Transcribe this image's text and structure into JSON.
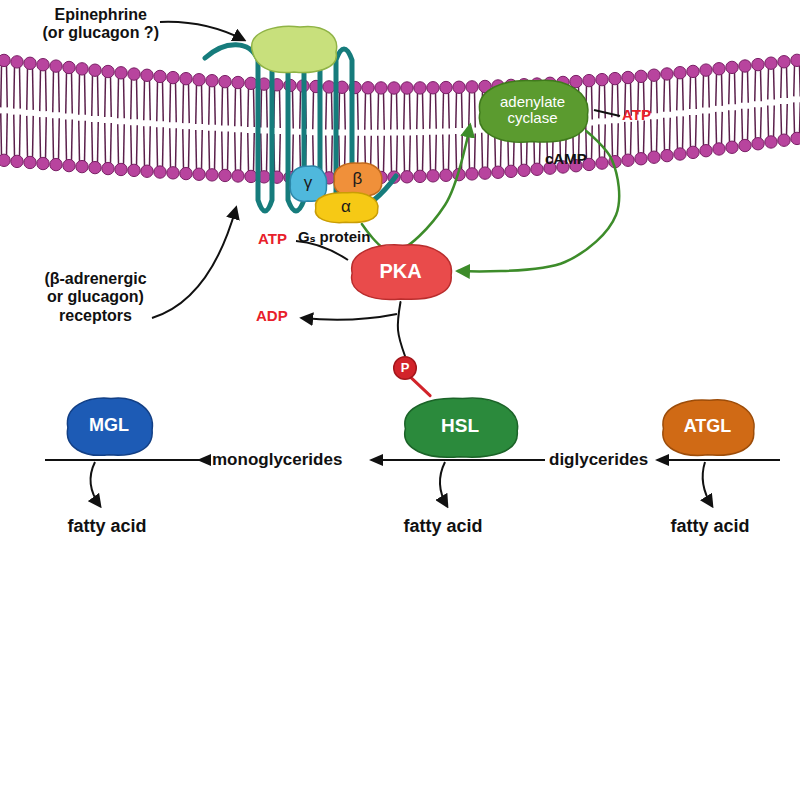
{
  "diagram": {
    "nodes": [
      {
        "text": [
          "γ"
        ]
      },
      {
        "text": [
          "β"
        ]
      },
      {
        "text": [
          "α"
        ]
      },
      {
        "text": [
          "adenylate cyclase"
        ]
      },
      {
        "text": [
          "PKA"
        ]
      },
      {
        "text": [
          "P"
        ]
      },
      {
        "text": [
          "MGL"
        ]
      },
      {
        "text": [
          "HSL"
        ]
      },
      {
        "text": [
          "ATGL"
        ]
      }
    ],
    "edges": [
      {
        "from": 2,
        "to": 3,
        "arrow": "to"
      },
      {
        "from": 3,
        "to": 4,
        "label": "cAMP",
        "arrow": "to"
      },
      {
        "from": 4,
        "to": 5,
        "arrow": "none"
      },
      {
        "from": 5,
        "to": 7,
        "arrow": "none"
      }
    ],
    "labels": [
      "Epinephrine (or glucagon ?)",
      "(β-adrenergic or glucagon) receptors",
      "Gₛ protein",
      "ATP",
      "ATP",
      "ADP",
      "monoglycerides",
      "diglycerides",
      "fatty acid",
      "fatty acid",
      "fatty acid"
    ]
  }
}
